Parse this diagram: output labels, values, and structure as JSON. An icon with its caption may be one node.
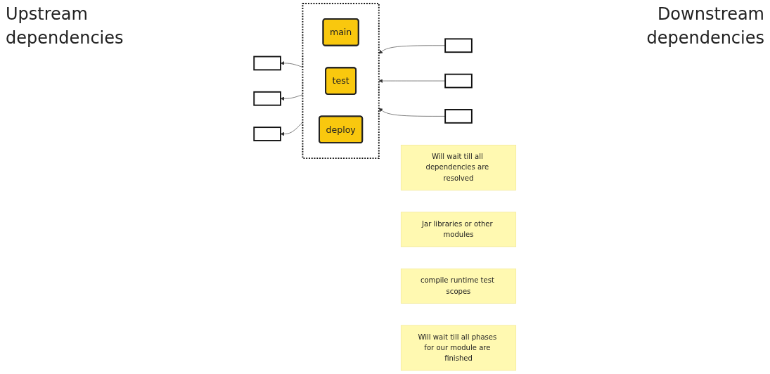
{
  "diagram": {
    "nodes": [
      {
        "text": [],
        "shape": "box"
      },
      {
        "text": [
          "main"
        ],
        "in": 0
      },
      {
        "text": [
          "test"
        ],
        "in": 0
      },
      {
        "text": [
          "deploy"
        ],
        "in": 0
      },
      {
        "text": [],
        "shape": "box"
      },
      {
        "text": [],
        "shape": "box"
      },
      {
        "text": [],
        "shape": "box"
      },
      {
        "text": [],
        "shape": "box"
      },
      {
        "text": [],
        "shape": "box"
      },
      {
        "text": [],
        "shape": "box"
      },
      {
        "text": [
          "Will wait till all dependencies are resolved"
        ]
      },
      {
        "text": [
          "Jar libraries or other modules"
        ]
      },
      {
        "text": [
          "compile runtime test scopes"
        ]
      },
      {
        "text": [
          "Will wait till all phases for our module are finished"
        ]
      }
    ],
    "edges": [
      {
        "from": 0,
        "to": 4,
        "arrow": "to"
      },
      {
        "from": 0,
        "to": 5,
        "arrow": "to"
      },
      {
        "from": 0,
        "to": 6,
        "arrow": "to"
      },
      {
        "from": 7,
        "to": 0,
        "arrow": "to"
      },
      {
        "from": 8,
        "to": 0,
        "arrow": "to"
      },
      {
        "from": 9,
        "to": 0,
        "arrow": "to"
      }
    ],
    "labels": [
      "Upstream dependencies",
      "Downstream dependencies"
    ]
  }
}
